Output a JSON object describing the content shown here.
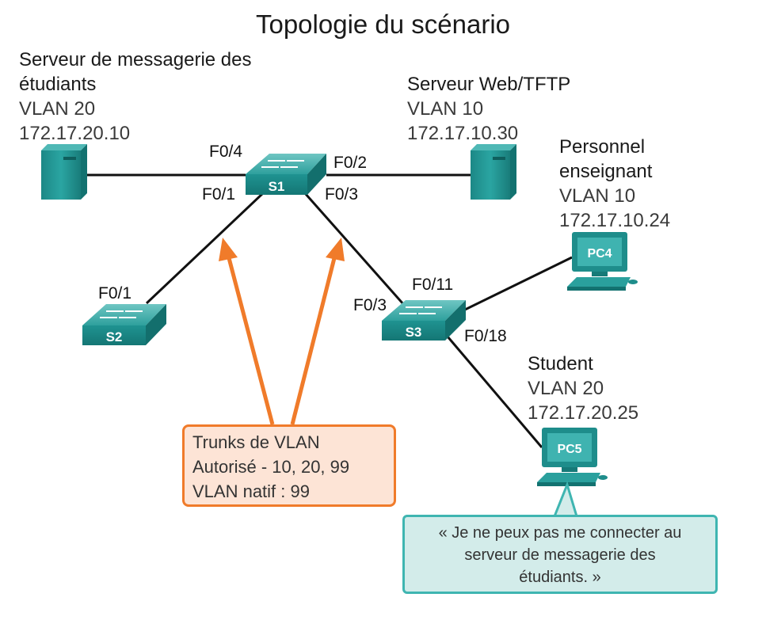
{
  "title": "Topologie du scénario",
  "nodes": {
    "mail_server": {
      "name_line1": "Serveur de messagerie des",
      "name_line2": "étudiants",
      "vlan": "VLAN 20",
      "ip": "172.17.20.10"
    },
    "web_server": {
      "name": "Serveur Web/TFTP",
      "vlan": "VLAN 10",
      "ip": "172.17.10.30"
    },
    "teacher": {
      "name_line1": "Personnel",
      "name_line2": "enseignant",
      "vlan": "VLAN 10",
      "ip": "172.17.10.24"
    },
    "student": {
      "name": "Student",
      "vlan": "VLAN 20",
      "ip": "172.17.20.25"
    }
  },
  "devices": {
    "s1": "S1",
    "s2": "S2",
    "s3": "S3",
    "pc4": "PC4",
    "pc5": "PC5"
  },
  "ports": {
    "s1_f04": "F0/4",
    "s1_f02": "F0/2",
    "s1_f01": "F0/1",
    "s1_f03": "F0/3",
    "s2_f01": "F0/1",
    "s3_f03": "F0/3",
    "s3_f011": "F0/11",
    "s3_f018": "F0/18"
  },
  "trunk_callout": {
    "line1": "Trunks de VLAN",
    "line2": "Autorisé - 10, 20, 99",
    "line3": "VLAN natif : 99"
  },
  "student_callout": {
    "line1": "« Je ne peux pas me connecter au",
    "line2": "serveur de messagerie des",
    "line3": "étudiants. »"
  },
  "colors": {
    "device_teal": "#1e8d8b",
    "arrow_orange": "#f07b2a",
    "callout_orange_fill": "#fde4d6",
    "callout_teal_border": "#3fb5b1",
    "callout_teal_fill": "#d3ecea"
  }
}
